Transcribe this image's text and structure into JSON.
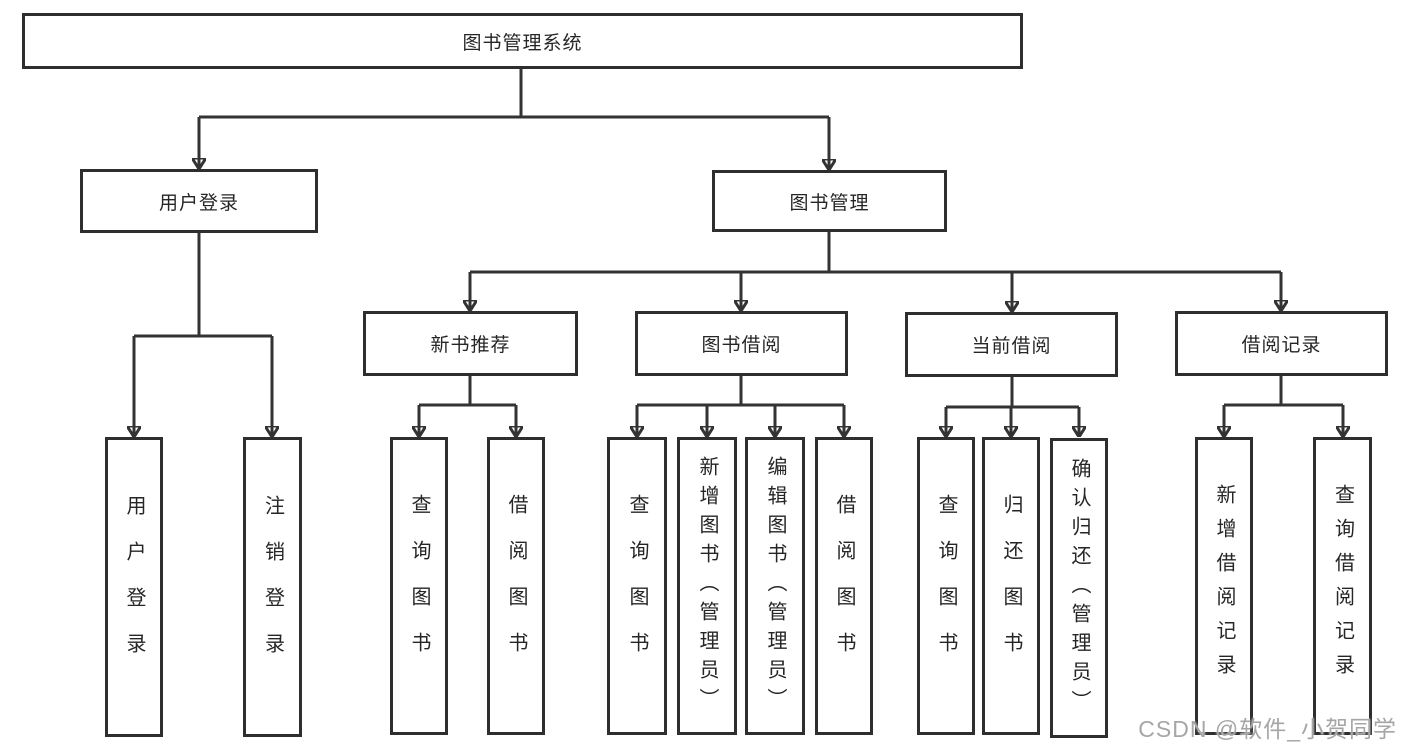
{
  "tree": {
    "root": "图书管理系统",
    "branches": [
      {
        "label": "用户登录",
        "children": [
          "用户登录",
          "注销登录"
        ]
      },
      {
        "label": "图书管理",
        "groups": [
          {
            "label": "新书推荐",
            "children": [
              "查询图书",
              "借阅图书"
            ]
          },
          {
            "label": "图书借阅",
            "children": [
              "查询图书",
              "新增图书（管理员）",
              "编辑图书（管理员）",
              "借阅图书"
            ]
          },
          {
            "label": "当前借阅",
            "children": [
              "查询图书",
              "归还图书",
              "确认归还（管理员）"
            ]
          },
          {
            "label": "借阅记录",
            "children": [
              "新增借阅记录",
              "查询借阅记录"
            ]
          }
        ]
      }
    ]
  },
  "watermark": "CSDN @软件_小贺同学",
  "colors": {
    "line": "#333333",
    "box_border": "#2e2e2e",
    "box_background": "#ffffff",
    "text": "#262626",
    "watermark": "#a6a6a6",
    "page_background": "#ffffff"
  }
}
